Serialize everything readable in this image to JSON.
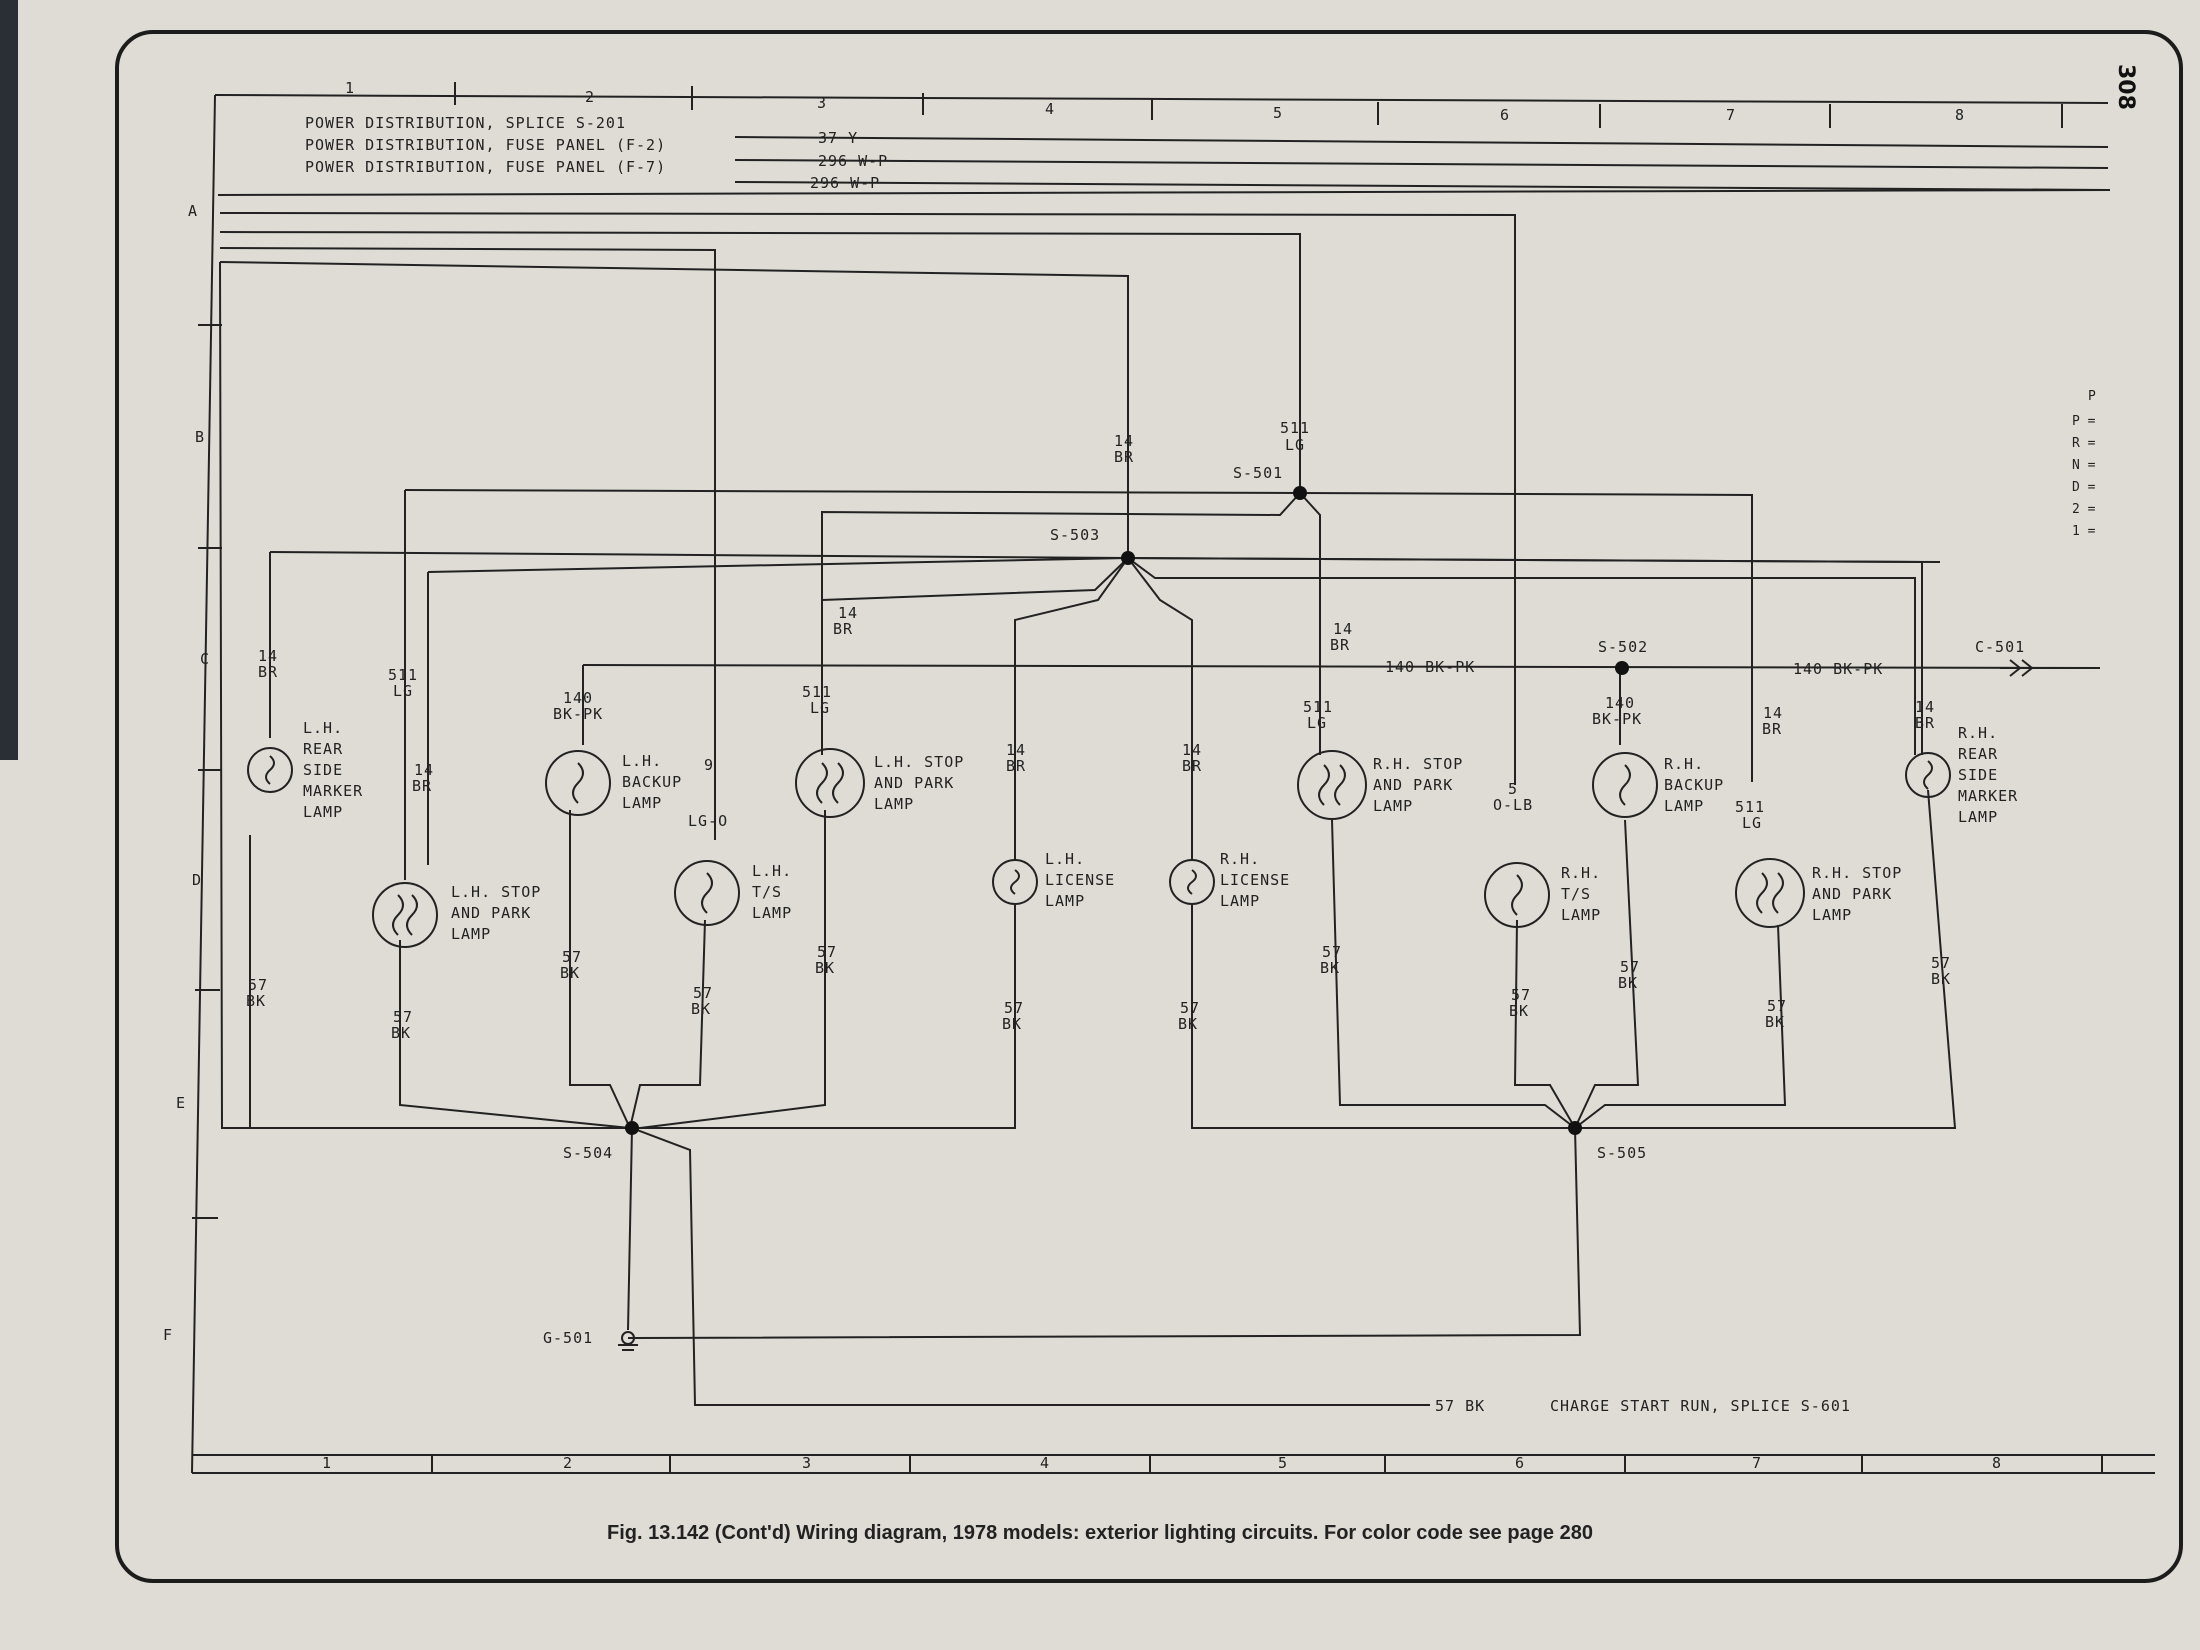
{
  "page_number": "308",
  "caption": "Fig. 13.142 (Cont'd) Wiring diagram, 1978 models: exterior lighting circuits. For color code see page 280",
  "grid": {
    "columns": [
      "1",
      "2",
      "3",
      "4",
      "5",
      "6",
      "7",
      "8"
    ],
    "rows": [
      "A",
      "B",
      "C",
      "D",
      "E",
      "F"
    ]
  },
  "power_sources": [
    {
      "label": "POWER DISTRIBUTION, SPLICE S-201",
      "wire": "37 Y"
    },
    {
      "label": "POWER DISTRIBUTION, FUSE PANEL (F-2)",
      "wire": "296 W-P"
    },
    {
      "label": "POWER DISTRIBUTION, FUSE PANEL (F-7)",
      "wire": "296 W-P"
    }
  ],
  "splices": {
    "s501": "S-501",
    "s502": "S-502",
    "s503": "S-503",
    "s504": "S-504",
    "s505": "S-505",
    "g501": "G-501",
    "c501": "C-501"
  },
  "wires": {
    "w14br_top_a": "14",
    "w14br_top_b": "BR",
    "w511lg_top_a": "511",
    "w511lg_top_b": "LG",
    "w140bkpk_c1": "140 BK-PK",
    "w140bkpk_c2": "140 BK-PK",
    "w57bk_bottom": "57 BK",
    "charge": "CHARGE START RUN, SPLICE S-601"
  },
  "lamps": [
    {
      "id": "lh-rear-side-marker",
      "lines": [
        "L.H.",
        "REAR",
        "SIDE",
        "MARKER",
        "LAMP"
      ],
      "top": [
        "14",
        "BR"
      ],
      "bottom": [
        "57",
        "BK"
      ]
    },
    {
      "id": "lh-stop-park",
      "lines": [
        "L.H. STOP",
        "AND  PARK",
        "LAMP"
      ],
      "top": [
        "511",
        "LG"
      ],
      "bottom": [
        "57",
        "BK"
      ]
    },
    {
      "id": "lh-backup",
      "lines": [
        "L.H.",
        "BACKUP",
        "LAMP"
      ],
      "top": [
        "140",
        "BK-PK"
      ],
      "bottom": [
        "57",
        "BK"
      ]
    },
    {
      "id": "lh-ts",
      "lines": [
        "L.H.",
        "T/S",
        "LAMP"
      ],
      "top": [
        "9",
        "LG-O"
      ],
      "bottom": [
        "57",
        "BK"
      ]
    },
    {
      "id": "lh-stop-park-2",
      "lines": [
        "L.H. STOP",
        "AND  PARK",
        "LAMP"
      ],
      "top": [
        "511",
        "LG"
      ],
      "bottom": [
        "57",
        "BK"
      ]
    },
    {
      "id": "lh-license",
      "lines": [
        "L.H.",
        "LICENSE",
        "LAMP"
      ],
      "top": [
        "14",
        "BR"
      ],
      "bottom": [
        "57",
        "BK"
      ]
    },
    {
      "id": "rh-license",
      "lines": [
        "R.H.",
        "LICENSE",
        "LAMP"
      ],
      "top": [
        "14",
        "BR"
      ],
      "bottom": [
        "57",
        "BK"
      ]
    },
    {
      "id": "rh-stop-park",
      "lines": [
        "R.H. STOP",
        "AND  PARK",
        "LAMP"
      ],
      "top": [
        "511",
        "LG"
      ],
      "bottom": [
        "57",
        "BK"
      ]
    },
    {
      "id": "rh-ts",
      "lines": [
        "R.H.",
        "T/S",
        "LAMP"
      ],
      "top": [
        "5",
        "O-LB"
      ],
      "bottom": [
        "57",
        "BK"
      ]
    },
    {
      "id": "rh-backup",
      "lines": [
        "R.H.",
        "BACKUP",
        "LAMP"
      ],
      "top": [
        "140",
        "BK-PK"
      ],
      "bottom": [
        "57",
        "BK"
      ]
    },
    {
      "id": "rh-stop-park-2",
      "lines": [
        "R.H. STOP",
        "AND  PARK",
        "LAMP"
      ],
      "top": [
        "511",
        "LG"
      ],
      "bottom": [
        "57",
        "BK"
      ]
    },
    {
      "id": "rh-rear-side-marker",
      "lines": [
        "R.H.",
        "REAR",
        "SIDE",
        "MARKER",
        "LAMP"
      ],
      "top": [
        "14",
        "BR"
      ],
      "bottom": [
        "57",
        "BK"
      ]
    }
  ],
  "extra_labels": {
    "lh_stop_park_a": "14",
    "lh_stop_park_b": "BR",
    "s503_14": "14",
    "s503_br": "BR",
    "rh_sp_14": "14",
    "rh_sp_br": "BR",
    "rh_sp2_14": "14",
    "rh_sp2_br": "BR"
  },
  "prnd21": [
    "P",
    "P =",
    "R =",
    "N =",
    "D =",
    "2 =",
    "1 ="
  ]
}
